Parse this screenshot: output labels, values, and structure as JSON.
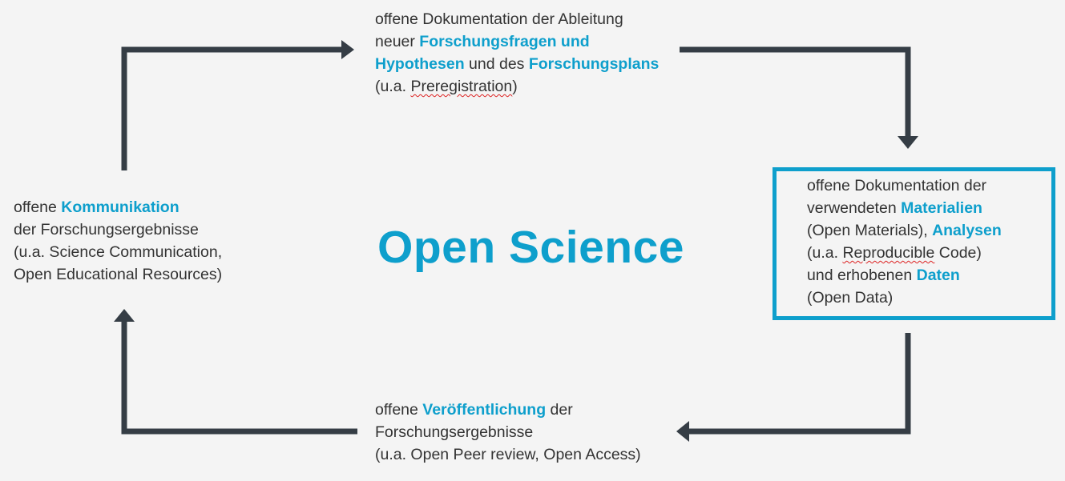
{
  "title": "Open Science",
  "top": {
    "l1": "offene Dokumentation der Ableitung",
    "l2a": "neuer ",
    "l2b": "Forschungsfragen und",
    "l3a": "Hypothesen",
    "l3b": " und des ",
    "l3c": "Forschungsplans",
    "l4a": "(u.a. ",
    "l4b": "Preregistration",
    "l4c": ")"
  },
  "right": {
    "l1": "offene Dokumentation der",
    "l2a": "verwendeten ",
    "l2b": "Materialien",
    "l3a": "(Open Materials), ",
    "l3b": "Analysen",
    "l4a": "(u.a. ",
    "l4b": "Reproducible",
    "l4c": " Code)",
    "l5a": "und erhobenen ",
    "l5b": "Daten",
    "l6": "(Open Data)"
  },
  "bottom": {
    "l1a": "offene ",
    "l1b": "Veröffentlichung",
    "l1c": " der",
    "l2": "Forschungsergebnisse",
    "l3": "(u.a. Open Peer review, Open Access)"
  },
  "left": {
    "l1a": "offene ",
    "l1b": "Kommunikation",
    "l2": "der Forschungsergebnisse",
    "l3": "(u.a. Science Communication,",
    "l4": "Open Educational Resources)"
  },
  "colors": {
    "accent": "#0e9fcc",
    "arrow": "#353d45",
    "text": "#333333",
    "background": "#f4f4f4"
  }
}
